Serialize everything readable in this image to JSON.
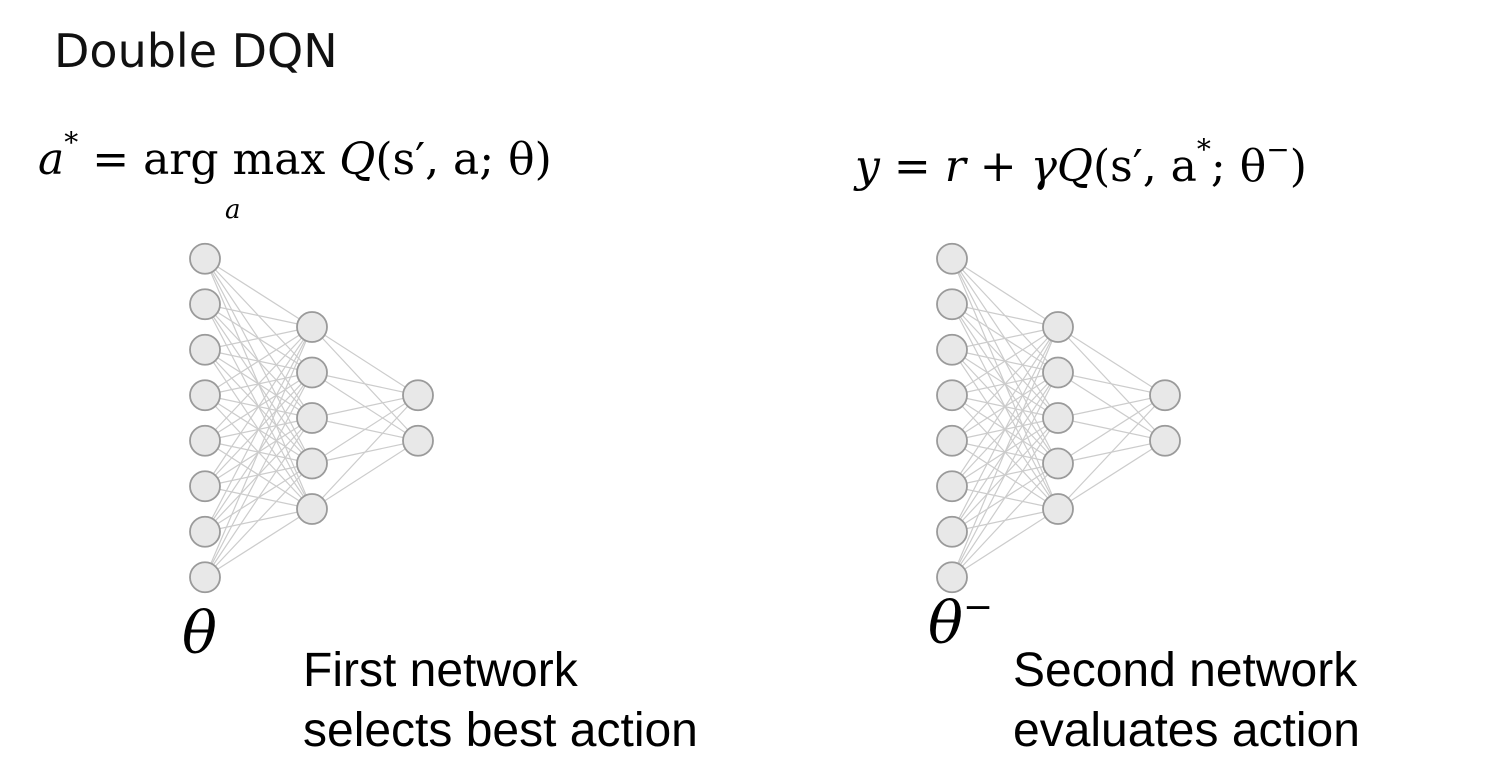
{
  "slide": {
    "title": "Double DQN"
  },
  "equations": {
    "selection": {
      "lhs": "a",
      "lhs_sup": "*",
      "rhs_prefix": " = arg max ",
      "q": "Q",
      "args": "(s′, a; θ)",
      "subscript": "a"
    },
    "target": {
      "y": "y",
      "eq": " = ",
      "r": "r",
      "plus": " + ",
      "gamma": "γ",
      "q": "Q",
      "args_open": "(s′, a",
      "a_sup": "*",
      "args_mid": "; θ",
      "theta_sup": "−",
      "args_close": ")"
    }
  },
  "networks": [
    {
      "param_label": "θ",
      "param_sup": "",
      "caption_line1": "First network",
      "caption_line2": "selects best action",
      "layers": [
        8,
        5,
        2
      ]
    },
    {
      "param_label": "θ",
      "param_sup": "−",
      "caption_line1": "Second network",
      "caption_line2": "evaluates action",
      "layers": [
        8,
        5,
        2
      ]
    }
  ]
}
